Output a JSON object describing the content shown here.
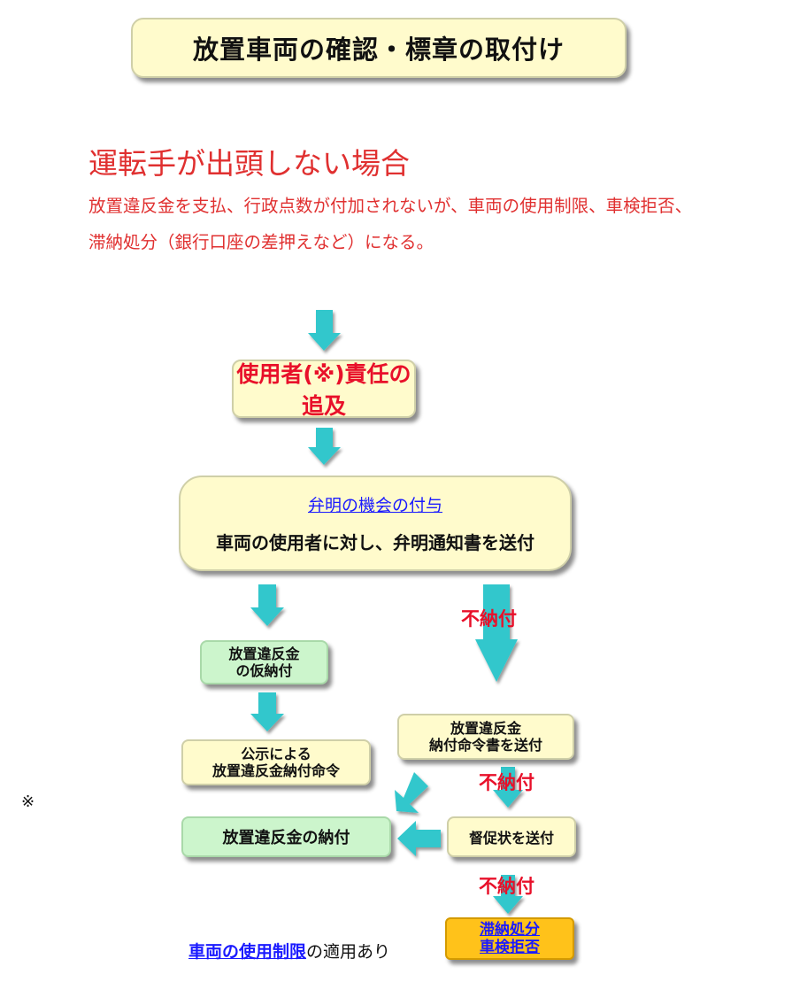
{
  "title": "放置車両の確認・標章の取付け",
  "heading": "運転手が出頭しない場合",
  "description": "放置違反金を支払、行政点数が付加されないが、車両の使用制限、車検拒否、滞納処分（銀行口座の差押えなど）になる。",
  "flow": {
    "responsibility": "使用者(※)責任の追及",
    "explanation_link": "弁明の機会の付与",
    "explanation_text": "車両の使用者に対し、弁明通知書を送付",
    "provisional_line1": "放置違反金",
    "provisional_line2": "の仮納付",
    "public_notice_line1": "公示による",
    "public_notice_line2": "放置違反金納付命令",
    "order_line1": "放置違反金",
    "order_line2": "納付命令書を送付",
    "payment": "放置違反金の納付",
    "reminder": "督促状を送付",
    "disposal_line1": "滞納処分",
    "disposal_line2": "車検拒否",
    "nonpayment_label": "不納付"
  },
  "note_mark": "※",
  "footer": {
    "link": "車両の使用制限",
    "text": "の適用あり"
  },
  "colors": {
    "accent_red": "#e03030",
    "arrow": "#33c7cc",
    "yellow_box": "#fffbcc",
    "green_box": "#ccf5cc",
    "orange_box": "#ffc21a",
    "link_blue": "#1a1aff"
  }
}
